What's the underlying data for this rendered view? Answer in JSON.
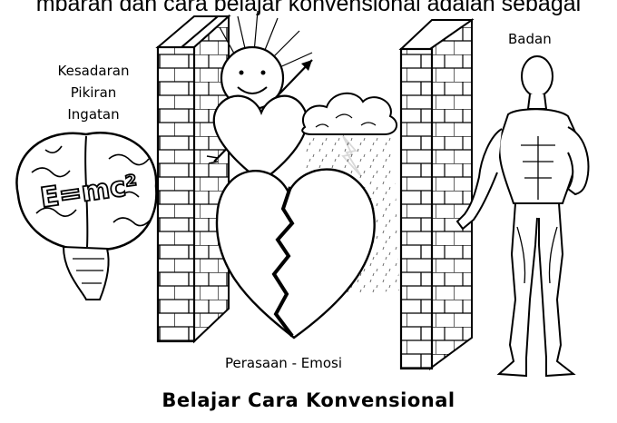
{
  "caption_top": "mbaran dan cara belajar konvensional adalah sebagai",
  "mind": {
    "lines": [
      "Kesadaran",
      "Pikiran",
      "Ingatan"
    ],
    "formula": "E=mc²"
  },
  "body_label": "Badan",
  "emotion_label": "Perasaan - Emosi",
  "bottom_caption": "Belajar Cara Konvensional"
}
